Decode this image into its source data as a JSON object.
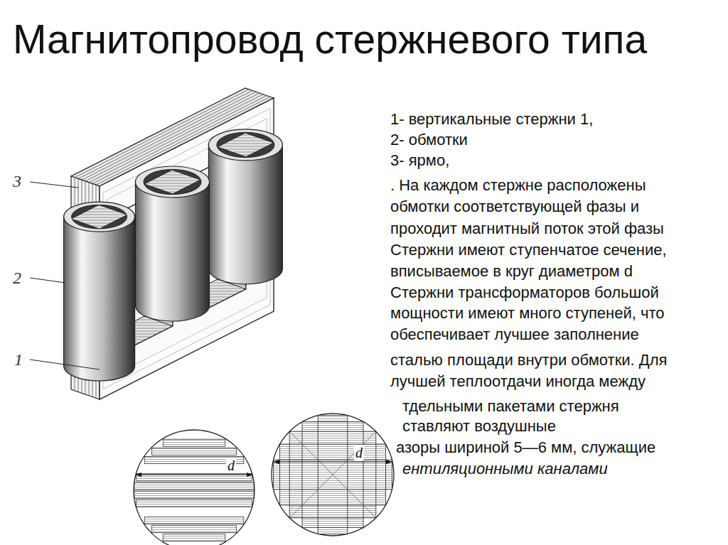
{
  "diagram": {
    "title": "Магнитопровод стержневого типа",
    "labels": [
      "3",
      "2",
      "1",
      "1- вертикальные стержни 1,",
      "2- обмотки",
      "3- ярмо,",
      ". На каждом стержне расположены",
      "обмотки соответствующей фазы и",
      "проходит магнитный поток этой фазы",
      "Стержни имеют ступенчатое сечение,",
      "вписываемое в круг диаметром d",
      "Стержни трансформаторов большой",
      "мощности имеют много ступеней, что",
      "обеспечивает лучшее заполнение",
      "сталью площади внутри обмотки. Для",
      "лучшей теплоотдачи иногда между",
      "тдельными пакетами стержня",
      "ставляют воздушные",
      "азоры шириной 5—6 мм, служащие",
      "ентиляционными каналами",
      "d",
      "d"
    ]
  }
}
